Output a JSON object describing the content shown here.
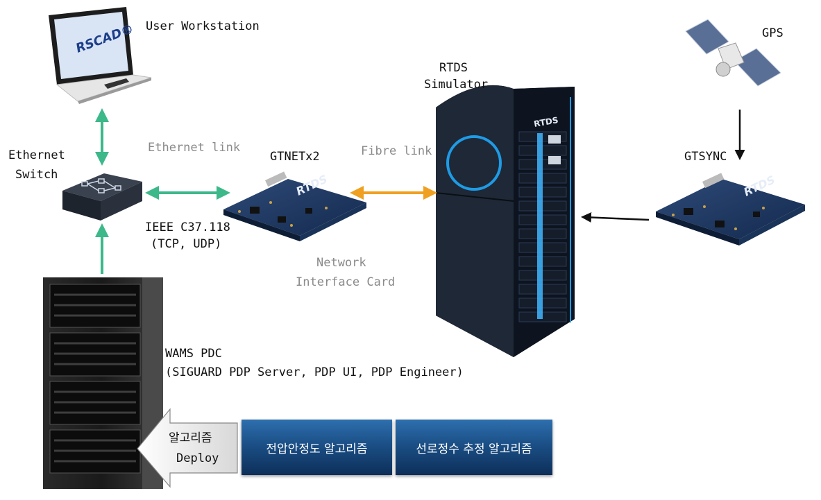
{
  "labels": {
    "user_workstation": "User Workstation",
    "gps": "GPS",
    "rtds_line1": "RTDS",
    "rtds_line2": "Simulator",
    "ethernet_switch_line1": "Ethernet",
    "ethernet_switch_line2": "Switch",
    "ethernet_link": "Ethernet link",
    "gtnetx2": "GTNETx2",
    "fibre_link": "Fibre link",
    "gtsync": "GTSYNC",
    "ieee_line1": "IEEE C37.118",
    "ieee_line2": "(TCP, UDP)",
    "nic_line1": "Network",
    "nic_line2": "Interface Card",
    "wams_line1": "WAMS PDC",
    "wams_line2": "(SIGUARD PDP Server, PDP UI, PDP Engineer)",
    "deploy_line1": "알고리즘",
    "deploy_line2": "Deploy"
  },
  "logos": {
    "rscad": "RSCAD®",
    "rtds_board": "RTDS",
    "rtds_cabinet": "RTDS"
  },
  "algorithms": [
    "전압안정도 알고리즘",
    "선로정수 추정 알고리즘"
  ],
  "colors": {
    "ethernet_link": "#3cb88a",
    "fibre_link": "#f0a020",
    "sync_link": "#111111",
    "algorithm_box": "#1b4f86"
  }
}
